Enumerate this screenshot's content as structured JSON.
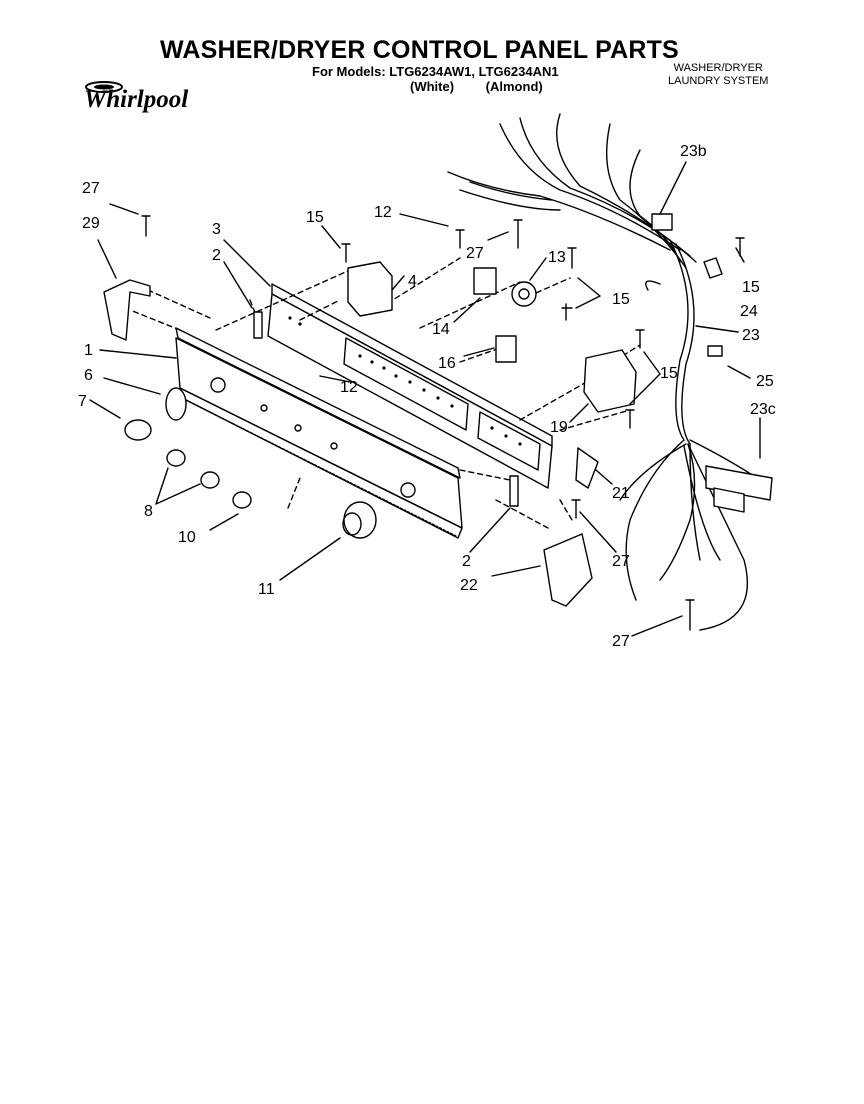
{
  "header": {
    "title": "WASHER/DRYER CONTROL PANEL PARTS",
    "models": "For Models: LTG6234AW1, LTG6234AN1",
    "variants": [
      "(White)",
      "(Almond)"
    ],
    "system_line1": "WASHER/DRYER",
    "system_line2": "LAUNDRY SYSTEM",
    "brand": "Whirlpool"
  },
  "callouts": {
    "c27a": "27",
    "c29": "29",
    "c3": "3",
    "c2a": "2",
    "c15a": "15",
    "c12a": "12",
    "c27b": "27",
    "c13": "13",
    "c23b": "23b",
    "c15b": "15",
    "c24": "24",
    "c4": "4",
    "c15c": "15",
    "c14": "14",
    "c23": "23",
    "c1": "1",
    "c16": "16",
    "c6": "6",
    "c12b": "12",
    "c25": "25",
    "c15d": "15",
    "c7": "7",
    "c19": "19",
    "c23c": "23c",
    "c21": "21",
    "c8": "8",
    "c10": "10",
    "c2b": "2",
    "c27c": "27",
    "c22": "22",
    "c11": "11",
    "c27d": "27"
  }
}
